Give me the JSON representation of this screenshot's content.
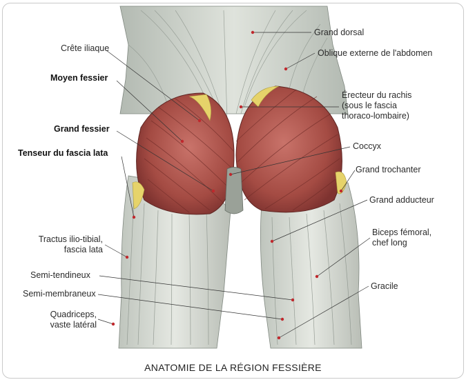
{
  "caption": "ANATOMIE DE LA RÉGION FESSIÈRE",
  "colors": {
    "muscle_red": "#b4584f",
    "tendon": "#d9dcd3",
    "fascia_yellow": "#e6d36a",
    "leader_line": "#333333",
    "marker": "#c0282d"
  },
  "labels": {
    "grand_dorsal": "Grand dorsal",
    "oblique_externe": "Oblique externe de l'abdomen",
    "erecteur": "Érecteur du rachis\n(sous le fascia\nthoraco-lombaire)",
    "coccyx": "Coccyx",
    "grand_trochanter": "Grand trochanter",
    "grand_adducteur": "Grand adducteur",
    "biceps": "Biceps fémoral,\nchef long",
    "gracile": "Gracile",
    "crete_iliaque": "Crête iliaque",
    "moyen_fessier": "Moyen fessier",
    "grand_fessier": "Grand fessier",
    "tenseur": "Tenseur du fascia lata",
    "tractus": "Tractus ilio-tibial,\nfascia lata",
    "semi_tendineux": "Semi-tendineux",
    "semi_membraneux": "Semi-membraneux",
    "quadriceps": "Quadriceps,\nvaste latéral"
  }
}
